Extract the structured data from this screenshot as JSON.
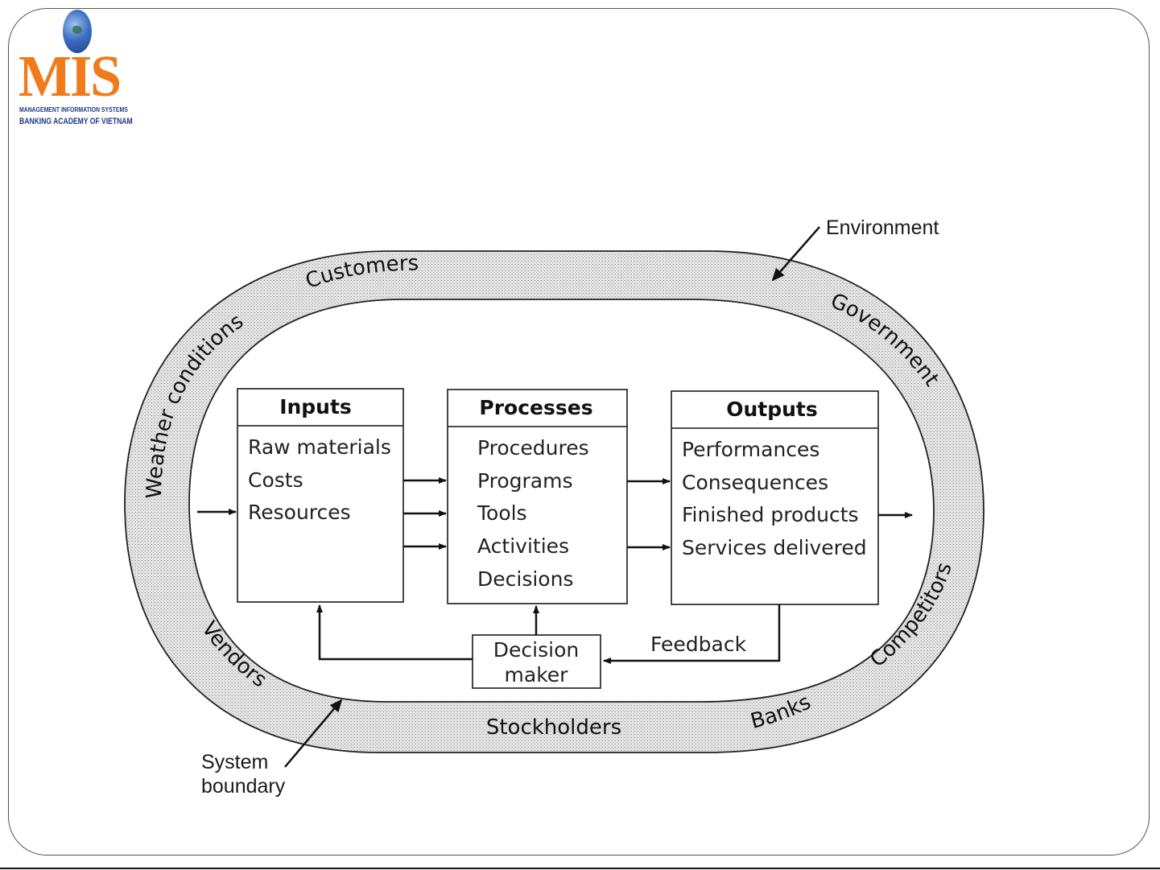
{
  "logo": {
    "mark": "MIS",
    "line1": "MANAGEMENT INFORMATION SYSTEMS",
    "line2": "BANKING ACADEMY OF VIETNAM",
    "colors": {
      "mark": "#f07a1c",
      "subtitle": "#1c3a86",
      "globe": "#3f6fc2"
    }
  },
  "diagram": {
    "environment_label": "Environment",
    "system_boundary_label": [
      "System",
      "boundary"
    ],
    "ring_labels": {
      "customers": "Customers",
      "weather": "Weather conditions",
      "government": "Government",
      "competitors": "Competitors",
      "banks": "Banks",
      "stockholders": "Stockholders",
      "vendors": "Vendors"
    },
    "boxes": {
      "inputs": {
        "title": "Inputs",
        "items": [
          "Raw materials",
          "Costs",
          "Resources"
        ]
      },
      "processes": {
        "title": "Processes",
        "items": [
          "Procedures",
          "Programs",
          "Tools",
          "Activities",
          "Decisions"
        ]
      },
      "outputs": {
        "title": "Outputs",
        "items": [
          "Performances",
          "Consequences",
          "Finished products",
          "Services delivered"
        ]
      }
    },
    "decision_maker": [
      "Decision",
      "maker"
    ],
    "feedback_label": "Feedback"
  }
}
